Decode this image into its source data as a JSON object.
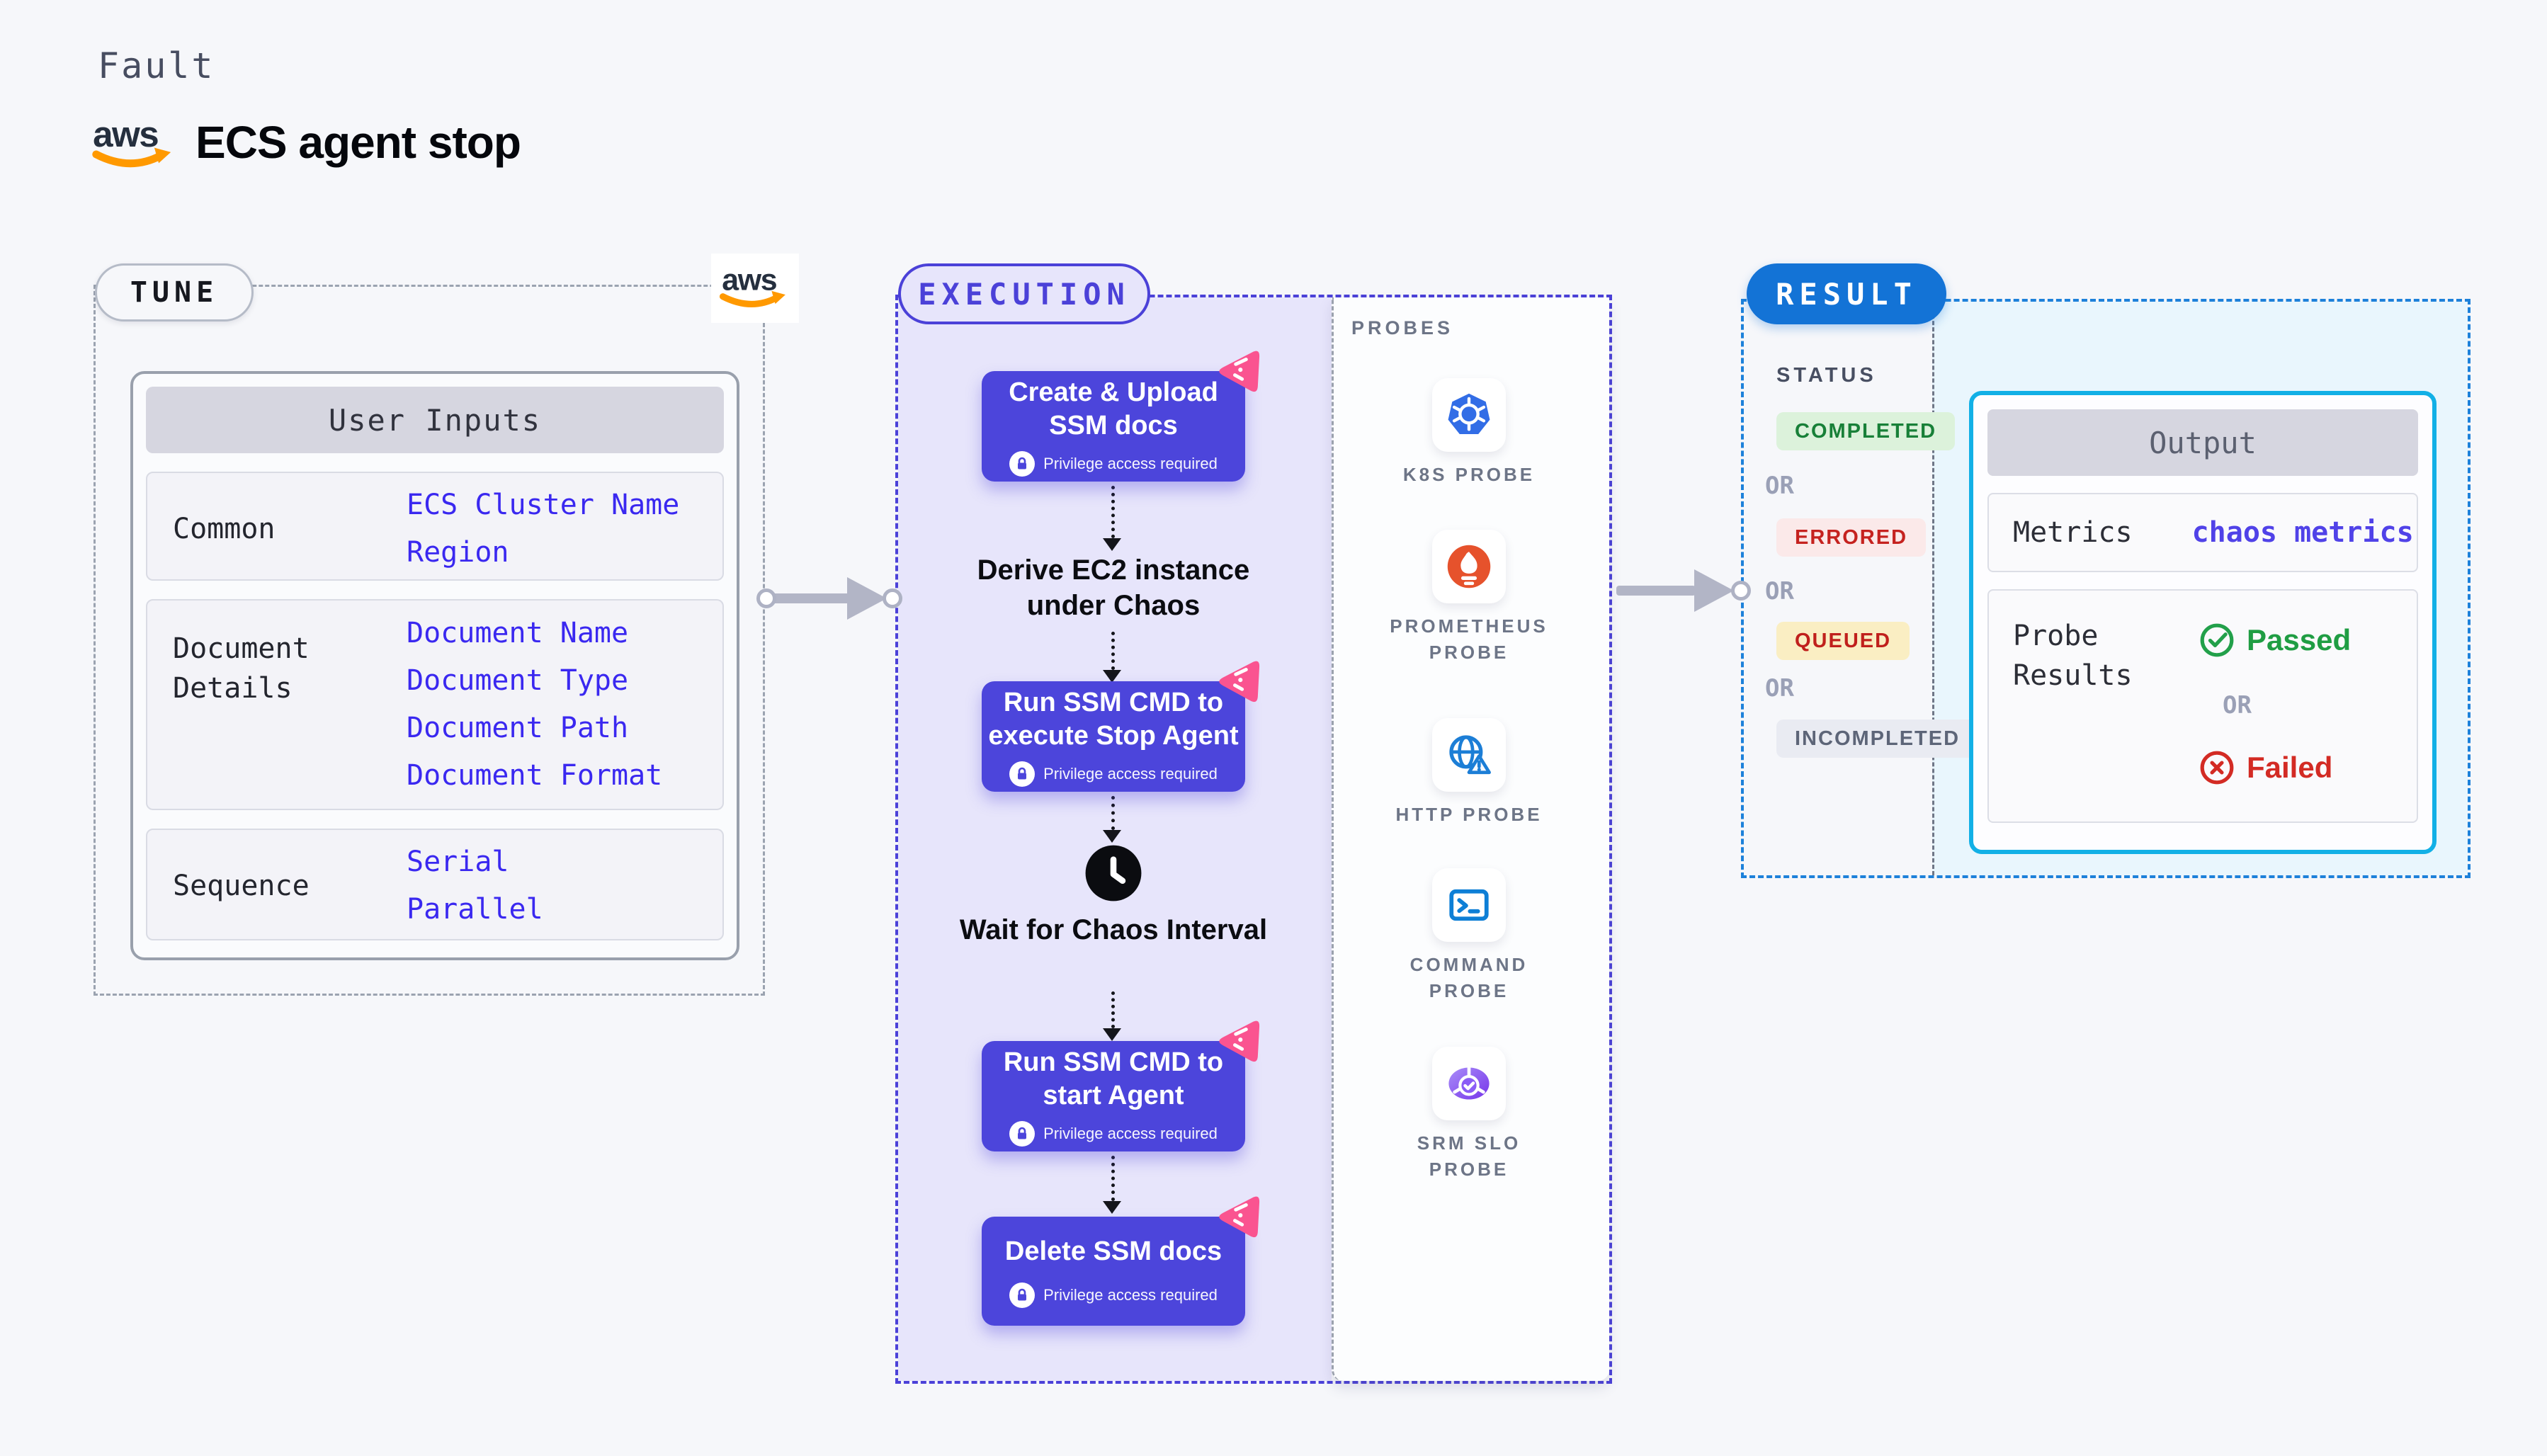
{
  "colors": {
    "page_bg": "#f6f7fa",
    "tune_dash": "#9ba3b0",
    "execution_accent": "#4b41d8",
    "execution_fill": "#e7e5fb",
    "node_button": "#4c45db",
    "chaos_pink": "#fa5490",
    "link_blue": "#3a28f0",
    "result_accent": "#1373d6",
    "result_dash": "#1d81da",
    "output_border": "#12b0e6",
    "output_fill": "#e9f6fd",
    "arrow_gray": "#b2b5c6",
    "passed_green": "#1f9d43",
    "failed_red": "#d32b24",
    "aws_orange": "#ff9900",
    "aws_navy": "#252f3e"
  },
  "header": {
    "kicker": "Fault",
    "title": "ECS agent stop",
    "aws_logo": "aws"
  },
  "tune": {
    "label": "TUNE",
    "user_inputs": {
      "title": "User Inputs",
      "rows": [
        {
          "label": "Common",
          "values": [
            "ECS Cluster Name",
            "Region"
          ]
        },
        {
          "label": "Document Details",
          "values": [
            "Document Name",
            "Document Type",
            "Document Path",
            "Document Format"
          ]
        },
        {
          "label": "Sequence",
          "values": [
            "Serial",
            "Parallel"
          ]
        }
      ]
    }
  },
  "execution": {
    "label": "EXECUTION",
    "privilege_note": "Privilege access required",
    "steps": {
      "create_upload": "Create & Upload SSM docs",
      "derive": "Derive EC2 instance under Chaos",
      "run_stop": "Run SSM CMD to execute Stop Agent",
      "wait": "Wait for Chaos Interval",
      "run_start": "Run SSM CMD to start Agent",
      "delete_docs": "Delete SSM docs"
    },
    "probes": {
      "label": "PROBES",
      "items": [
        {
          "name": "K8S PROBE",
          "icon": "kubernetes-icon"
        },
        {
          "name": "PROMETHEUS PROBE",
          "icon": "prometheus-icon"
        },
        {
          "name": "HTTP PROBE",
          "icon": "http-globe-icon"
        },
        {
          "name": "COMMAND PROBE",
          "icon": "terminal-icon"
        },
        {
          "name": "SRM SLO PROBE",
          "icon": "srm-slo-icon"
        }
      ]
    }
  },
  "result": {
    "label": "RESULT",
    "status": {
      "label": "STATUS",
      "or_label": "OR",
      "badges": [
        {
          "text": "COMPLETED",
          "fg": "#188038",
          "bg": "#dcf2db"
        },
        {
          "text": "ERRORED",
          "fg": "#c5221f",
          "bg": "#fbe9e9"
        },
        {
          "text": "QUEUED",
          "fg": "#c0201c",
          "bg": "#faeec3"
        },
        {
          "text": "INCOMPLETED",
          "fg": "#5d6578",
          "bg": "#e9ebf2"
        }
      ]
    },
    "output": {
      "title": "Output",
      "metrics_label": "Metrics",
      "metrics_value": "chaos metrics",
      "probe_results_label": "Probe Results",
      "passed": "Passed",
      "or_label": "OR",
      "failed": "Failed"
    }
  }
}
